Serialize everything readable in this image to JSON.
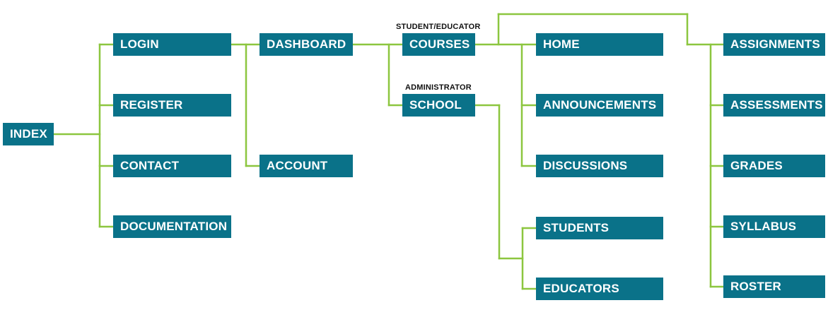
{
  "nodes": {
    "index": "INDEX",
    "login": "LOGIN",
    "register": "REGISTER",
    "contact": "CONTACT",
    "documentation": "DOCUMENTATION",
    "dashboard": "DASHBOARD",
    "account": "ACCOUNT",
    "courses": "COURSES",
    "school": "SCHOOL",
    "home": "HOME",
    "announcements": "ANNOUNCEMENTS",
    "discussions": "DISCUSSIONS",
    "students": "STUDENTS",
    "educators": "EDUCATORS",
    "assignments": "ASSIGNMENTS",
    "assessments": "ASSESSMENTS",
    "grades": "GRADES",
    "syllabus": "SYLLABUS",
    "roster": "ROSTER"
  },
  "roles": {
    "student_educator": "STUDENT/EDUCATOR",
    "administrator": "ADMINISTRATOR"
  },
  "colors": {
    "node_fill": "#0a7289",
    "node_text": "#ffffff",
    "connector": "#8cc63f",
    "role_text": "#111111"
  }
}
